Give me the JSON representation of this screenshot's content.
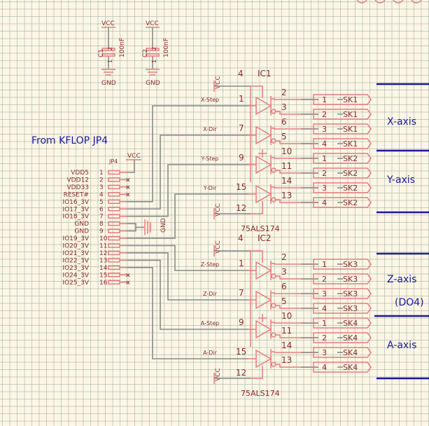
{
  "caps": [
    {
      "ref": "C1",
      "value": "100nF",
      "pin1": "1",
      "pin2": "2",
      "top_net": "VCC",
      "bottom_net": "GND"
    },
    {
      "ref": "C2",
      "value": "100nF",
      "pin1": "1",
      "pin2": "2",
      "top_net": "VCC",
      "bottom_net": "GND"
    }
  ],
  "source_label": "From KFLOP JP4",
  "jp4": {
    "ref": "JP4",
    "vcc_label": "VCC",
    "gnd_label": "GND",
    "pins": [
      {
        "name": "VDD5",
        "num": "1"
      },
      {
        "name": "VDD12",
        "num": "2"
      },
      {
        "name": "VDD33",
        "num": "3"
      },
      {
        "name": "RESET#",
        "num": "4"
      },
      {
        "name": "IO16_3V",
        "num": "5"
      },
      {
        "name": "IO17_3V",
        "num": "6"
      },
      {
        "name": "IO18_3V",
        "num": "7"
      },
      {
        "name": "GND",
        "num": "8"
      },
      {
        "name": "GND",
        "num": "9"
      },
      {
        "name": "IO19_3V",
        "num": "10"
      },
      {
        "name": "IO20_3V",
        "num": "11"
      },
      {
        "name": "IO21_3V",
        "num": "12"
      },
      {
        "name": "IO22_3V",
        "num": "13"
      },
      {
        "name": "IO23_3V",
        "num": "14"
      },
      {
        "name": "IO24_3V",
        "num": "15"
      },
      {
        "name": "IO25_3V",
        "num": "16"
      }
    ]
  },
  "ics": [
    {
      "ref": "IC1",
      "part": "75ALS174",
      "vcc_label": "VCC",
      "pin_top": "4",
      "pin_bottom": "12",
      "pin_mid": "10",
      "inputs": [
        {
          "net": "X-Step",
          "pin": "1",
          "out_pos": "2",
          "out_neg": "3"
        },
        {
          "net": "X-Dir",
          "pin": "7",
          "out_pos": "6",
          "out_neg": "5"
        },
        {
          "net": "Y-Step",
          "pin": "9",
          "out_pos": "10",
          "out_neg": "11"
        },
        {
          "net": "Y-Dir",
          "pin": "15",
          "out_pos": "14",
          "out_neg": "13"
        }
      ]
    },
    {
      "ref": "IC2",
      "part": "75ALS174",
      "vcc_label": "VCC",
      "pin_top": "4",
      "pin_bottom": "12",
      "pin_mid": "10",
      "inputs": [
        {
          "net": "Z-Step",
          "pin": "1",
          "out_pos": "2",
          "out_neg": "3"
        },
        {
          "net": "Z-Dir",
          "pin": "7",
          "out_pos": "6",
          "out_neg": "5"
        },
        {
          "net": "A-Step",
          "pin": "9",
          "out_pos": "10",
          "out_neg": "11"
        },
        {
          "net": "A-Dir",
          "pin": "15",
          "out_pos": "14",
          "out_neg": "13"
        }
      ]
    }
  ],
  "ports": [
    {
      "num": "1",
      "name": "SK1"
    },
    {
      "num": "2",
      "name": "SK1"
    },
    {
      "num": "3",
      "name": "SK1"
    },
    {
      "num": "4",
      "name": "SK1"
    },
    {
      "num": "1",
      "name": "SK2"
    },
    {
      "num": "2",
      "name": "SK2"
    },
    {
      "num": "3",
      "name": "SK2"
    },
    {
      "num": "4",
      "name": "SK2"
    },
    {
      "num": "1",
      "name": "SK3"
    },
    {
      "num": "2",
      "name": "SK3"
    },
    {
      "num": "3",
      "name": "SK3"
    },
    {
      "num": "4",
      "name": "SK3"
    },
    {
      "num": "1",
      "name": "SK4"
    },
    {
      "num": "2",
      "name": "SK4"
    },
    {
      "num": "3",
      "name": "SK4"
    },
    {
      "num": "4",
      "name": "SK4"
    }
  ],
  "axes": [
    {
      "label": "X-axis",
      "note": ""
    },
    {
      "label": "Y-axis",
      "note": ""
    },
    {
      "label": "Z-axis",
      "note": "(DO4)"
    },
    {
      "label": "A-axis",
      "note": ""
    }
  ],
  "colors": {
    "part": "#e87b7b",
    "wire": "#8a8a8a",
    "label": "#8b2b2b",
    "annotation": "#1a1a9c",
    "background": "#fdf6e6"
  }
}
